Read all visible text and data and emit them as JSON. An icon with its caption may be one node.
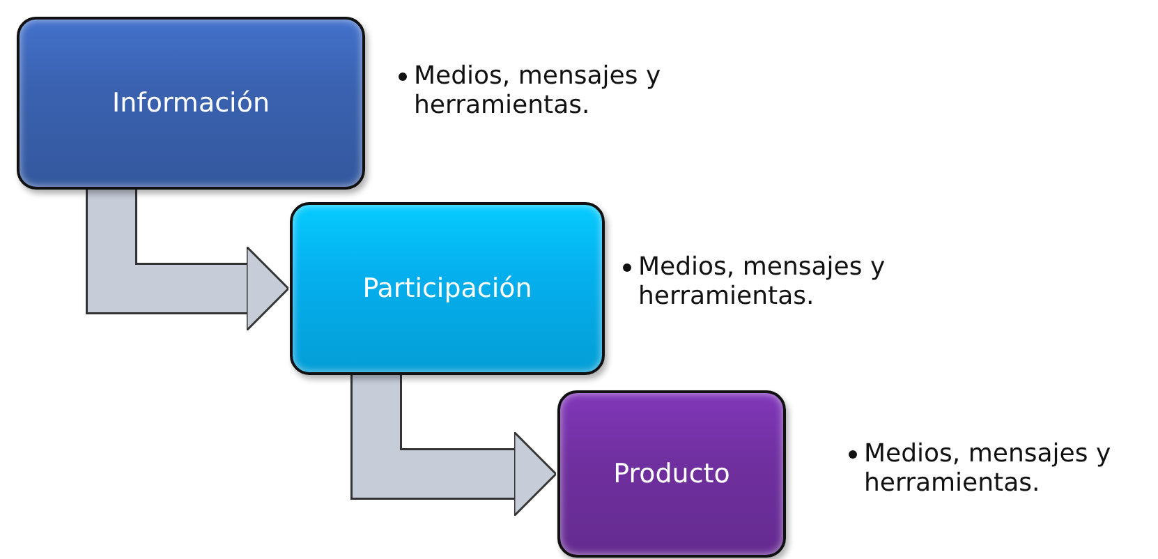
{
  "diagram": {
    "nodes": [
      {
        "text": [
          "Información"
        ],
        "beside": [
          "Medios, mensajes y herramientas."
        ]
      },
      {
        "text": [
          "Participación"
        ],
        "beside": [
          "Medios, mensajes y herramientas."
        ]
      },
      {
        "text": [
          "Producto"
        ],
        "beside": [
          "Medios, mensajes y herramientas."
        ]
      }
    ],
    "edges": [
      {
        "from": 0,
        "to": 1,
        "arrow": "to"
      },
      {
        "from": 1,
        "to": 2,
        "arrow": "to"
      }
    ]
  }
}
